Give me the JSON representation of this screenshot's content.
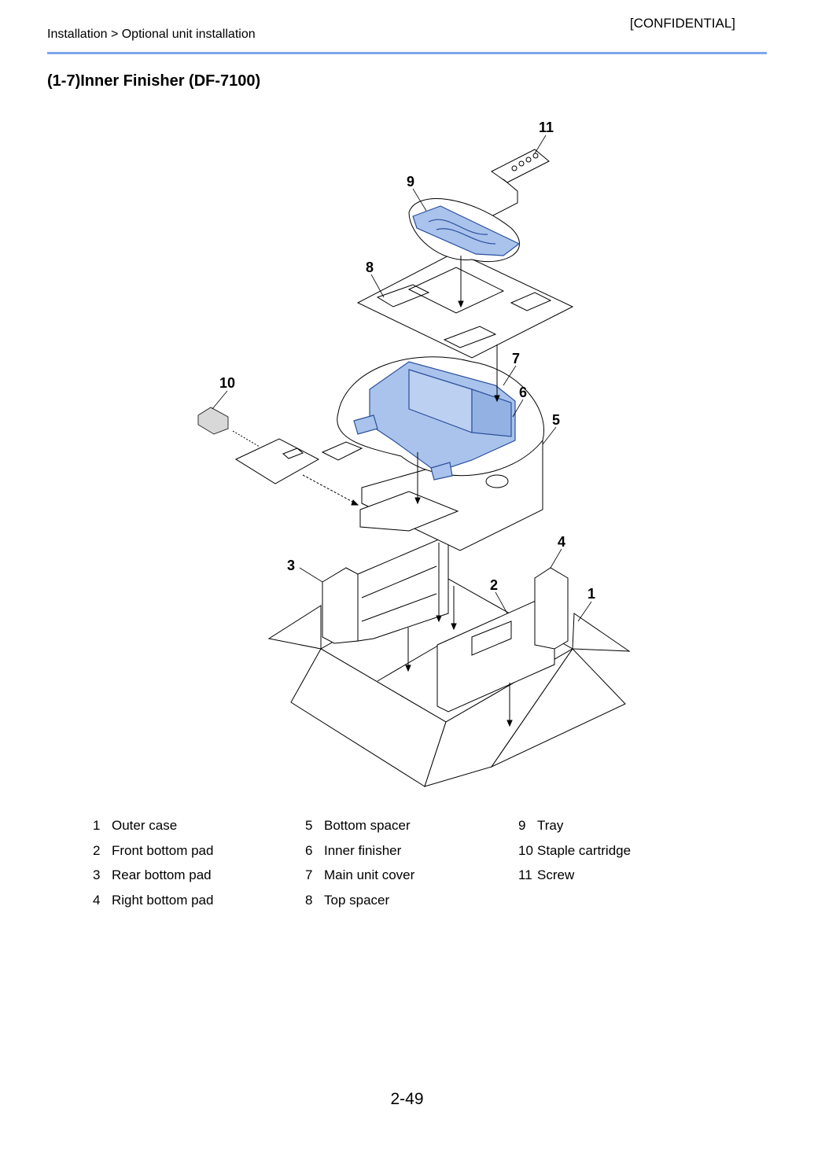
{
  "header": {
    "confidential": "[CONFIDENTIAL]",
    "breadcrumb": "Installation > Optional unit installation"
  },
  "section_title": "(1-7)Inner Finisher (DF-7100)",
  "figure": {
    "callouts": [
      "1",
      "2",
      "3",
      "4",
      "5",
      "6",
      "7",
      "8",
      "9",
      "10",
      "11"
    ],
    "colors": {
      "part_fill": "#a9c3ec",
      "part_stroke": "#2a4f9c",
      "line": "#000000"
    }
  },
  "parts_list": {
    "columns": [
      [
        {
          "num": "1",
          "label": "Outer case"
        },
        {
          "num": "2",
          "label": "Front bottom pad"
        },
        {
          "num": "3",
          "label": "Rear bottom pad"
        },
        {
          "num": "4",
          "label": "Right bottom pad"
        }
      ],
      [
        {
          "num": "5",
          "label": "Bottom spacer"
        },
        {
          "num": "6",
          "label": "Inner finisher"
        },
        {
          "num": "7",
          "label": "Main unit cover"
        },
        {
          "num": "8",
          "label": "Top spacer"
        }
      ],
      [
        {
          "num": "9",
          "label": "Tray"
        },
        {
          "num": "10",
          "label": "Staple cartridge"
        },
        {
          "num": "11",
          "label": "Screw"
        }
      ]
    ]
  },
  "page_number": "2-49"
}
